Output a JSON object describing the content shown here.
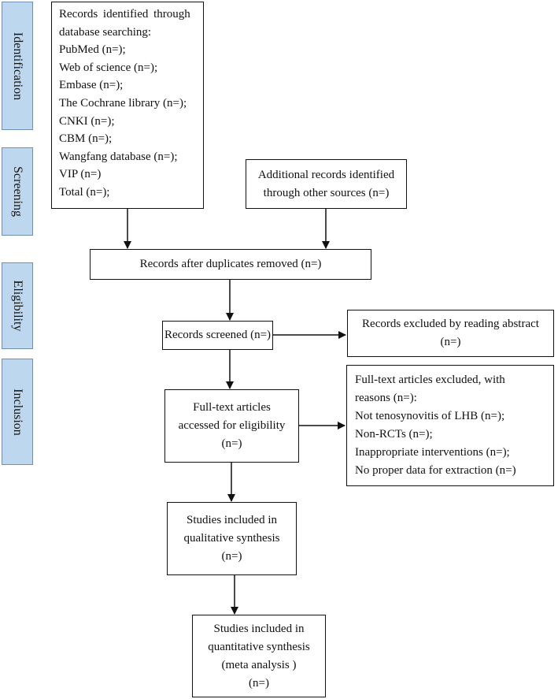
{
  "phases": [
    "Identification",
    "Screening",
    "Eligibility",
    "Inclusion"
  ],
  "boxes": {
    "database_search": [
      "Records identified through",
      "database searching:",
      "PubMed (n=);",
      "Web of science (n=);",
      "Embase (n=);",
      "The Cochrane library (n=);",
      "CNKI (n=);",
      "CBM (n=);",
      "Wangfang database (n=);",
      "VIP (n=)",
      "Total (n=);"
    ],
    "other_sources": [
      "Additional records identified",
      "through other sources (n=)"
    ],
    "duplicates_removed": [
      "Records after duplicates removed (n=)"
    ],
    "screened": [
      "Records screened (n=)"
    ],
    "excluded_abstract": [
      "Records excluded by reading abstract",
      "(n=)"
    ],
    "fulltext_eligibility": [
      "Full-text articles",
      "accessed for eligibility",
      "(n=)"
    ],
    "fulltext_excluded": [
      "Full-text articles excluded, with",
      "reasons (n=):",
      "Not tenosynovitis of LHB (n=);",
      "Non-RCTs (n=);",
      "Inappropriate interventions (n=);",
      "No proper data for extraction (n=)"
    ],
    "qualitative": [
      "Studies included in",
      "qualitative synthesis",
      "(n=)"
    ],
    "quantitative": [
      "Studies included in",
      "quantitative synthesis",
      "(meta analysis )",
      "(n=)"
    ]
  },
  "colors": {
    "phase_fill": "#bdd7ee",
    "phase_border": "#6f90b3",
    "line": "#111111"
  }
}
